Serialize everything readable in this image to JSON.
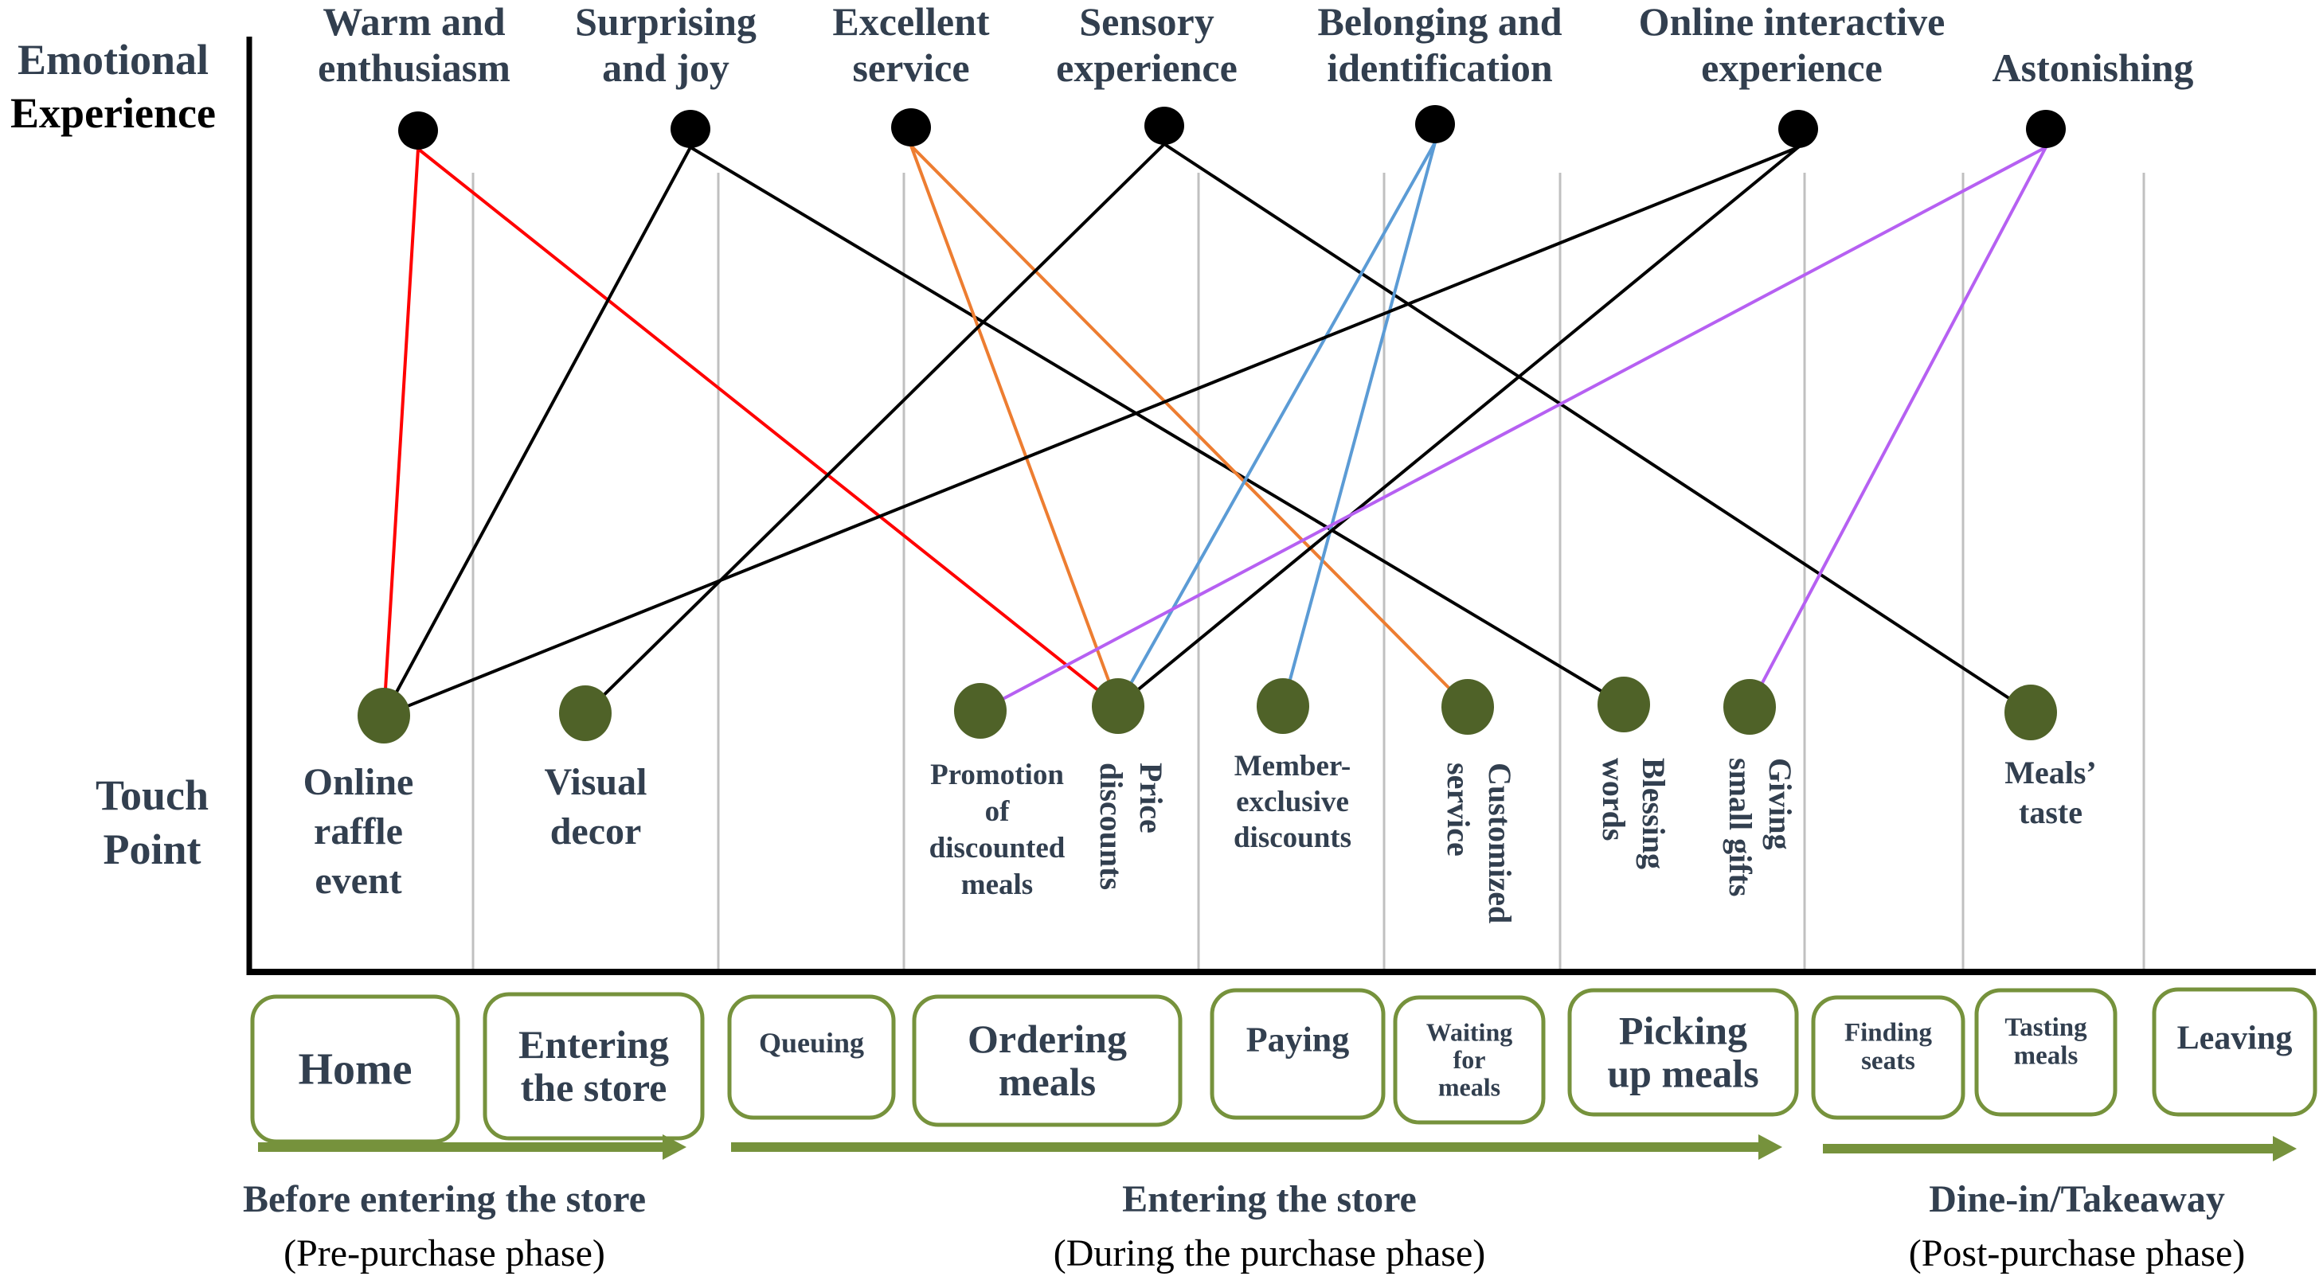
{
  "figure": {
    "type": "customer-journey-map",
    "axis_labels": {
      "top": [
        "Emotional",
        "Experience"
      ],
      "bottom": [
        "Touch",
        "Point"
      ]
    },
    "emotional_experiences": [
      {
        "id": "warm",
        "lines": [
          "Warm and",
          "enthusiasm"
        ]
      },
      {
        "id": "surprising",
        "lines": [
          "Surprising",
          "and joy"
        ]
      },
      {
        "id": "excellent",
        "lines": [
          "Excellent",
          "service"
        ]
      },
      {
        "id": "sensory",
        "lines": [
          "Sensory",
          "experience"
        ]
      },
      {
        "id": "belonging",
        "lines": [
          "Belonging and",
          "identification"
        ]
      },
      {
        "id": "online_interactive",
        "lines": [
          "Online interactive",
          "experience"
        ]
      },
      {
        "id": "astonishing",
        "lines": [
          "Astonishing"
        ]
      }
    ],
    "touch_points": [
      {
        "id": "online_raffle",
        "lines": [
          "Online",
          "raffle",
          "event"
        ],
        "orientation": "horizontal",
        "stage": "Home"
      },
      {
        "id": "visual_decor",
        "lines": [
          "Visual",
          "decor"
        ],
        "orientation": "horizontal",
        "stage": "Entering the store"
      },
      {
        "id": "promotion",
        "lines": [
          "Promotion",
          "of",
          "discounted",
          "meals"
        ],
        "orientation": "horizontal",
        "stage": "Ordering meals"
      },
      {
        "id": "price_discounts",
        "lines": [
          "Price",
          "discounts"
        ],
        "orientation": "vertical",
        "stage": "Ordering meals"
      },
      {
        "id": "member_exclusive",
        "lines": [
          "Member-",
          "exclusive",
          "discounts"
        ],
        "orientation": "horizontal",
        "stage": "Paying"
      },
      {
        "id": "customized_service",
        "lines": [
          "Customized",
          "service"
        ],
        "orientation": "vertical",
        "stage": "Waiting for meals"
      },
      {
        "id": "blessing_words",
        "lines": [
          "Blessing",
          "words"
        ],
        "orientation": "vertical",
        "stage": "Picking up meals"
      },
      {
        "id": "giving_gifts",
        "lines": [
          "Giving",
          "small gifts"
        ],
        "orientation": "vertical",
        "stage": "Picking up meals"
      },
      {
        "id": "meals_taste",
        "lines": [
          "Meals’",
          "taste"
        ],
        "orientation": "horizontal",
        "stage": "Tasting meals"
      }
    ],
    "links": [
      {
        "from": "warm",
        "to": "online_raffle",
        "color": "#ff0000"
      },
      {
        "from": "warm",
        "to": "price_discounts",
        "color": "#ff0000"
      },
      {
        "from": "surprising",
        "to": "online_raffle",
        "color": "#000000"
      },
      {
        "from": "surprising",
        "to": "blessing_words",
        "color": "#000000"
      },
      {
        "from": "excellent",
        "to": "price_discounts",
        "color": "#ed7d31"
      },
      {
        "from": "excellent",
        "to": "customized_service",
        "color": "#ed7d31"
      },
      {
        "from": "sensory",
        "to": "visual_decor",
        "color": "#000000"
      },
      {
        "from": "sensory",
        "to": "meals_taste",
        "color": "#000000"
      },
      {
        "from": "belonging",
        "to": "price_discounts",
        "color": "#5b9bd5"
      },
      {
        "from": "belonging",
        "to": "member_exclusive",
        "color": "#5b9bd5"
      },
      {
        "from": "online_interactive",
        "to": "online_raffle",
        "color": "#000000"
      },
      {
        "from": "online_interactive",
        "to": "price_discounts",
        "color": "#000000"
      },
      {
        "from": "astonishing",
        "to": "promotion",
        "color": "#b660f2"
      },
      {
        "from": "astonishing",
        "to": "giving_gifts",
        "color": "#b660f2"
      }
    ],
    "stages": [
      {
        "id": "home",
        "lines": [
          "Home"
        ],
        "size": "large"
      },
      {
        "id": "entering",
        "lines": [
          "Entering",
          "the store"
        ],
        "size": "large"
      },
      {
        "id": "queuing",
        "lines": [
          "Queuing"
        ],
        "size": "small"
      },
      {
        "id": "ordering",
        "lines": [
          "Ordering",
          "meals"
        ],
        "size": "large"
      },
      {
        "id": "paying",
        "lines": [
          "Paying"
        ],
        "size": "medium"
      },
      {
        "id": "waiting",
        "lines": [
          "Waiting",
          "for",
          "meals"
        ],
        "size": "small"
      },
      {
        "id": "picking",
        "lines": [
          "Picking",
          "up meals"
        ],
        "size": "large"
      },
      {
        "id": "finding",
        "lines": [
          "Finding",
          "seats"
        ],
        "size": "small"
      },
      {
        "id": "tasting",
        "lines": [
          "Tasting",
          "meals"
        ],
        "size": "small"
      },
      {
        "id": "leaving",
        "lines": [
          "Leaving"
        ],
        "size": "medium"
      }
    ],
    "phases": [
      {
        "id": "pre",
        "title": "Before entering the store",
        "subtitle": "(Pre-purchase phase)"
      },
      {
        "id": "during",
        "title": "Entering the store",
        "subtitle": "(During the purchase phase)"
      },
      {
        "id": "post",
        "title": "Dine-in/Takeaway",
        "subtitle": "(Post-purchase phase)"
      }
    ],
    "colors": {
      "text_slate": "#323f4f",
      "emotion_node": "#000000",
      "touch_node": "#4f6228",
      "stage_border": "#76923c",
      "phase_arrow": "#76923c",
      "grid": "#c0c0c0",
      "axis": "#000000"
    }
  }
}
